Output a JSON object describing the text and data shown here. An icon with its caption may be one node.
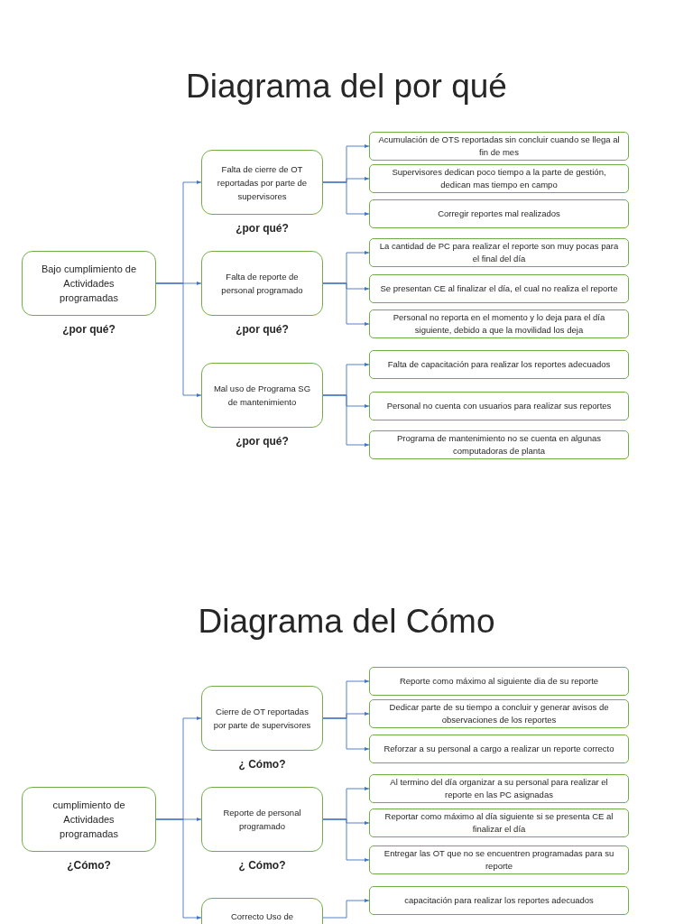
{
  "diagram": {
    "nodes": [
      {
        "text": [
          "Bajo cumplimiento de Actividades programadas"
        ],
        "beside": [
          "¿por qué?"
        ]
      },
      {
        "text": [
          "Falta de cierre de OT reportadas por parte de supervisores"
        ],
        "beside": [
          "¿por qué?"
        ]
      },
      {
        "text": [
          "Acumulación de OTS reportadas sin concluir cuando se llega al fin de mes"
        ]
      },
      {
        "text": [
          "Supervisores dedican poco tiempo a la parte de gestión, dedican mas tiempo en campo"
        ]
      },
      {
        "text": [
          "Corregir reportes mal realizados"
        ]
      },
      {
        "text": [
          "Falta de reporte de personal programado"
        ],
        "beside": [
          "¿por qué?"
        ]
      },
      {
        "text": [
          "La cantidad de PC para realizar el reporte son muy pocas para el final del día"
        ]
      },
      {
        "text": [
          "Se presentan CE al finalizar el día, el cual no realiza el reporte"
        ]
      },
      {
        "text": [
          "Personal no reporta en el momento y lo deja para el día siguiente, debido a que la movilidad los deja"
        ]
      },
      {
        "text": [
          "Mal uso de Programa SG de mantenimiento"
        ],
        "beside": [
          "¿por qué?"
        ]
      },
      {
        "text": [
          "Falta de capacitación para realizar los reportes adecuados"
        ]
      },
      {
        "text": [
          "Personal no cuenta con usuarios para realizar sus reportes"
        ]
      },
      {
        "text": [
          "Programa de mantenimiento no se cuenta en algunas computadoras de planta"
        ]
      },
      {
        "text": [
          "cumplimiento de Actividades programadas"
        ],
        "beside": [
          "¿Cómo?"
        ]
      },
      {
        "text": [
          "Cierre de OT reportadas por parte de supervisores"
        ],
        "beside": [
          "¿ Cómo?"
        ]
      },
      {
        "text": [
          "Reporte como máximo al siguiente dia de su reporte"
        ]
      },
      {
        "text": [
          "Dedicar parte de su tiempo a concluir y generar avisos de observaciones de los reportes"
        ]
      },
      {
        "text": [
          "Reforzar a su personal a cargo a realizar un reporte correcto"
        ]
      },
      {
        "text": [
          "Reporte de personal programado"
        ],
        "beside": [
          "¿ Cómo?"
        ]
      },
      {
        "text": [
          "Al termino del día organizar a su personal para realizar el reporte en las PC asignadas"
        ]
      },
      {
        "text": [
          "Reportar como máximo al día siguiente si se presenta CE al finalizar el día"
        ]
      },
      {
        "text": [
          "Entregar las OT que no se encuentren programadas para su reporte"
        ]
      },
      {
        "text": [
          "Correcto Uso de"
        ]
      },
      {
        "text": [
          "capacitación para realizar los reportes adecuados"
        ]
      }
    ],
    "edges": [
      {
        "from": 0,
        "to": 1,
        "arrow": "to"
      },
      {
        "from": 0,
        "to": 5,
        "arrow": "to"
      },
      {
        "from": 0,
        "to": 9,
        "arrow": "to"
      },
      {
        "from": 1,
        "to": 2,
        "arrow": "to"
      },
      {
        "from": 1,
        "to": 3,
        "arrow": "to"
      },
      {
        "from": 1,
        "to": 4,
        "arrow": "to"
      },
      {
        "from": 5,
        "to": 6,
        "arrow": "to"
      },
      {
        "from": 5,
        "to": 7,
        "arrow": "to"
      },
      {
        "from": 5,
        "to": 8,
        "arrow": "to"
      },
      {
        "from": 9,
        "to": 10,
        "arrow": "to"
      },
      {
        "from": 9,
        "to": 11,
        "arrow": "to"
      },
      {
        "from": 9,
        "to": 12,
        "arrow": "to"
      },
      {
        "from": 13,
        "to": 14,
        "arrow": "to"
      },
      {
        "from": 13,
        "to": 18,
        "arrow": "to"
      },
      {
        "from": 13,
        "to": 22,
        "arrow": "to"
      },
      {
        "from": 14,
        "to": 15,
        "arrow": "to"
      },
      {
        "from": 14,
        "to": 16,
        "arrow": "to"
      },
      {
        "from": 14,
        "to": 17,
        "arrow": "to"
      },
      {
        "from": 18,
        "to": 19,
        "arrow": "to"
      },
      {
        "from": 18,
        "to": 20,
        "arrow": "to"
      },
      {
        "from": 18,
        "to": 21,
        "arrow": "to"
      },
      {
        "from": 22,
        "to": 23,
        "arrow": "to"
      }
    ],
    "labels": [
      "Diagrama del por qué",
      "Diagrama del Cómo"
    ]
  }
}
